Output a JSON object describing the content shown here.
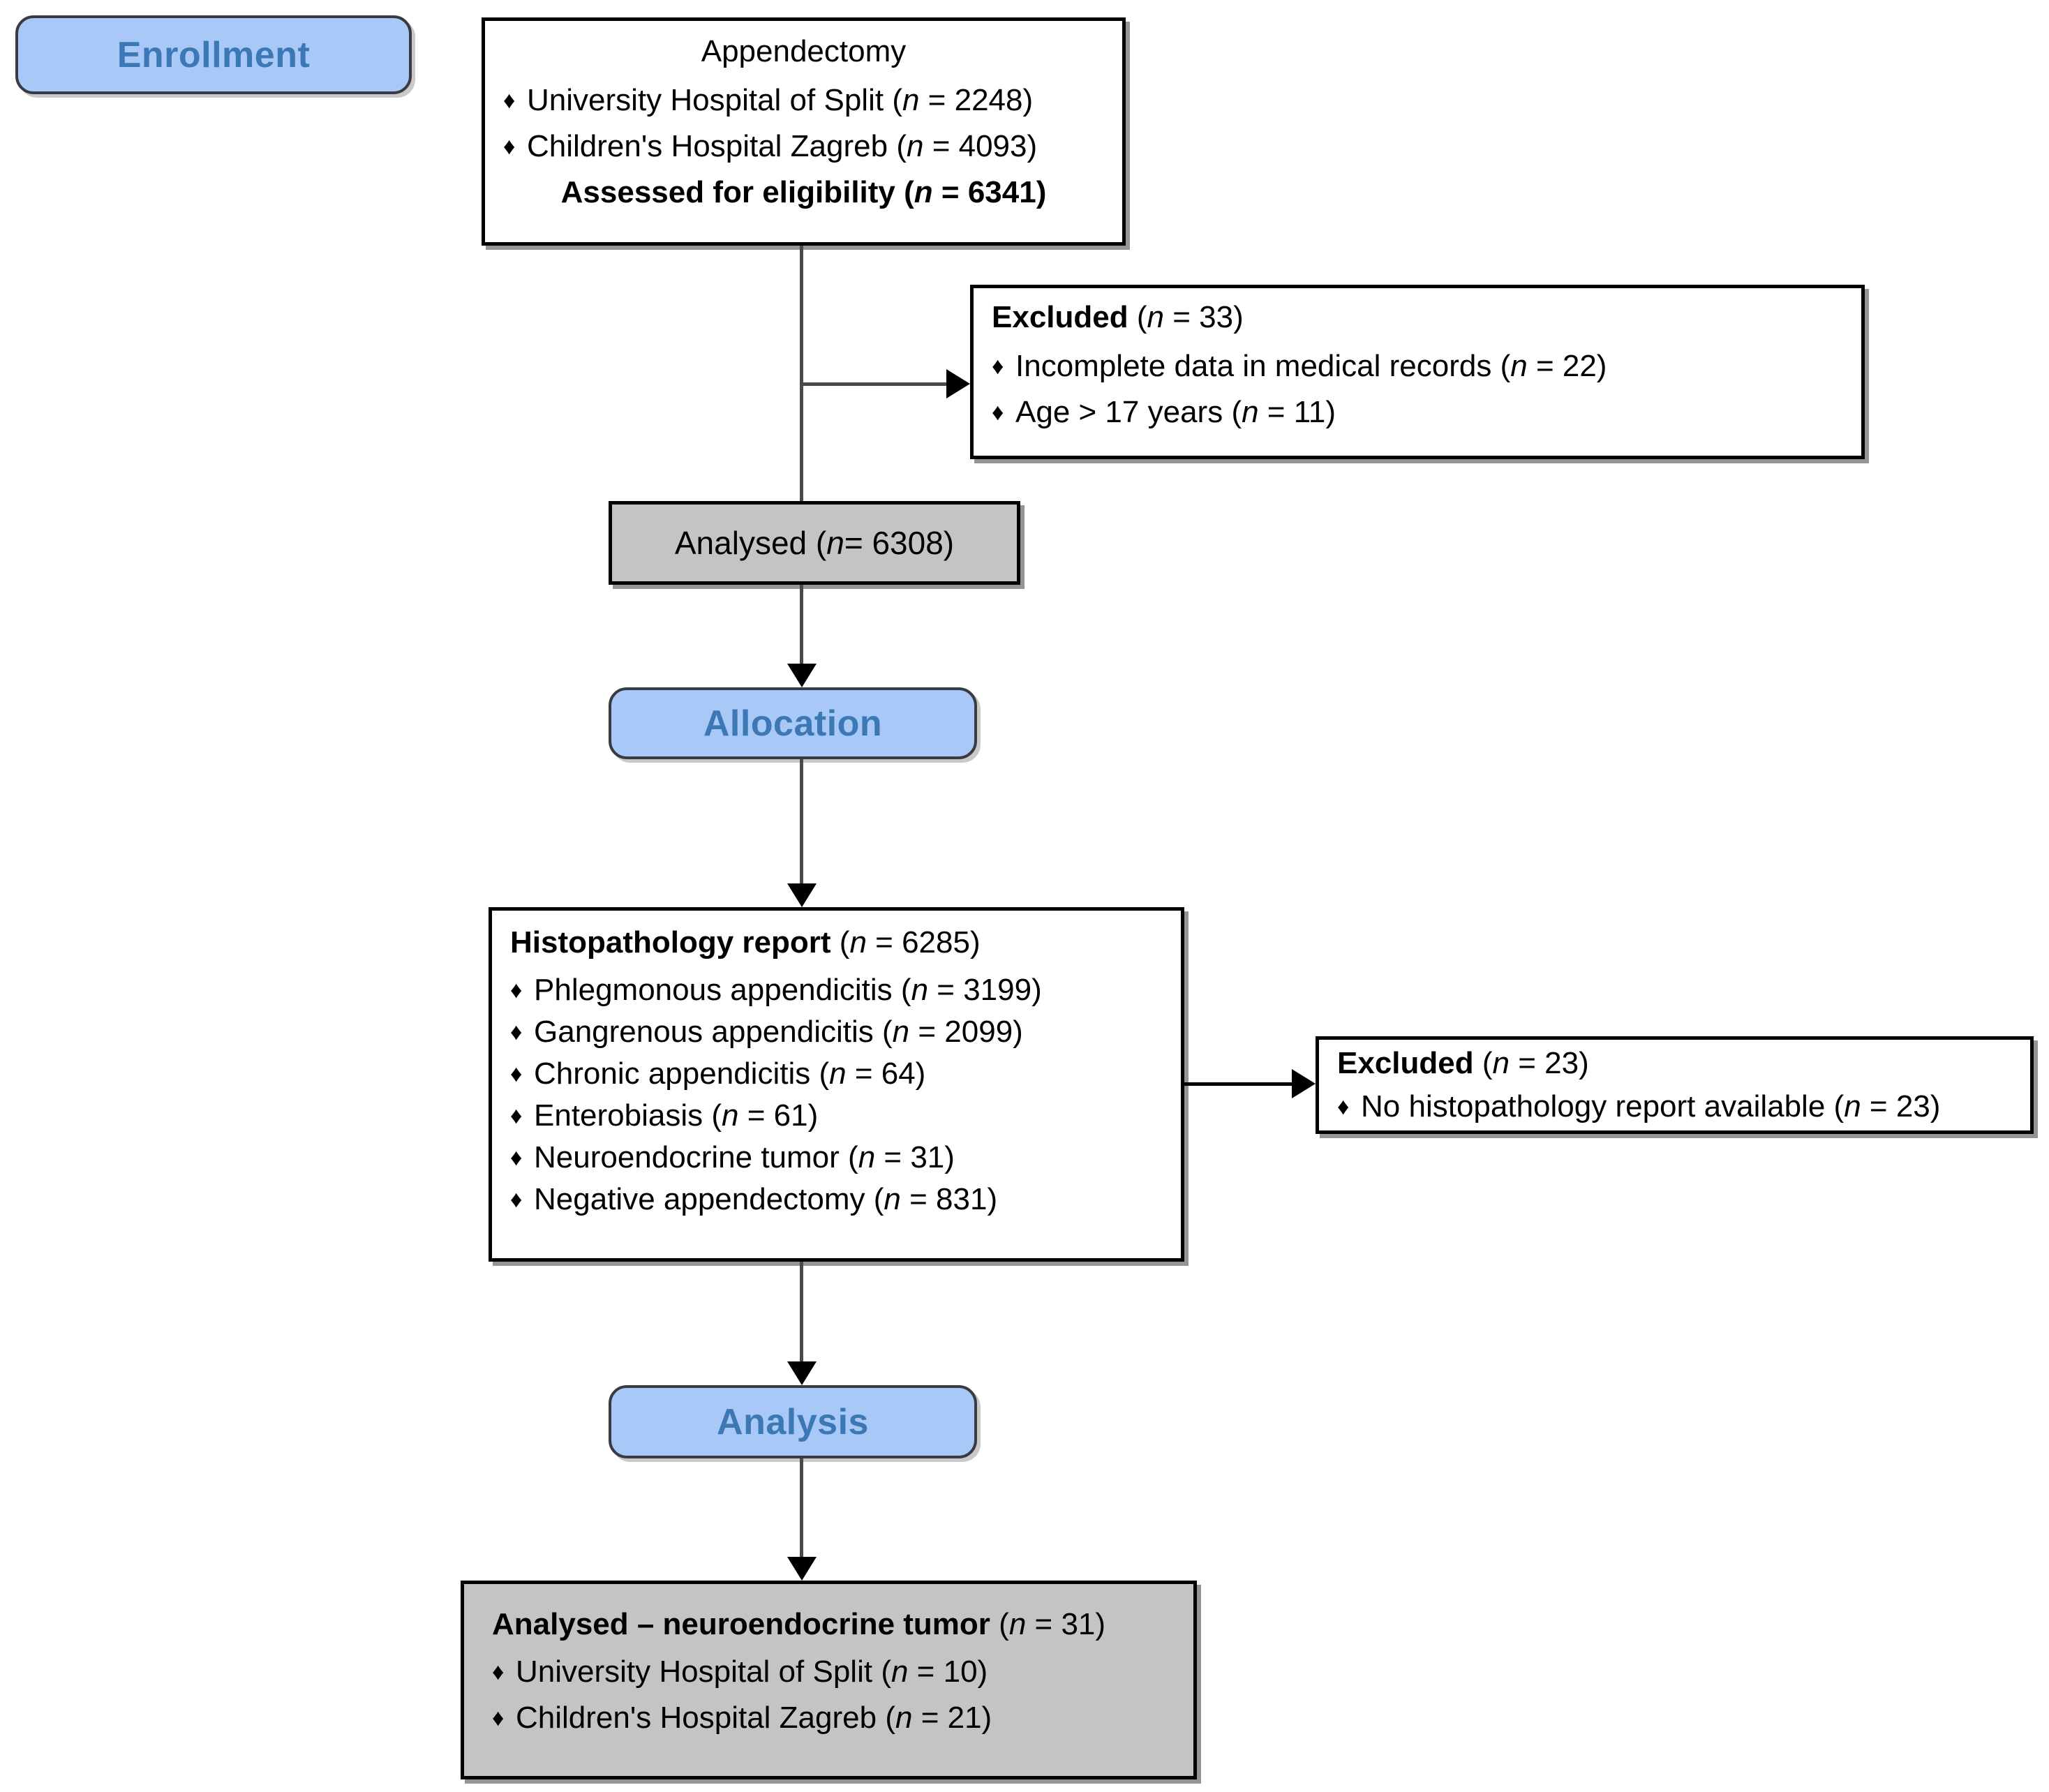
{
  "diagram": {
    "title": "CONSORT-style participant flow diagram",
    "colors": {
      "stage_badge_fill": "#a8c8f8",
      "stage_badge_text": "#3c78b4",
      "result_box_fill": "#c4c4c4",
      "box_border": "#000000",
      "connector": "#4a4a4a"
    },
    "bullet_glyph": "♦"
  },
  "stages": {
    "enrollment": "Enrollment",
    "allocation": "Allocation",
    "analysis": "Analysis"
  },
  "enrollment_box": {
    "title": "Appendectomy",
    "items": [
      {
        "label": "University Hospital of Split",
        "n_prefix": "(",
        "n_label": "n",
        "n_value": " = 2248)"
      },
      {
        "label": "Children's Hospital Zagreb",
        "n_prefix": "(",
        "n_label": "n",
        "n_value": " = 4093)"
      }
    ],
    "summary_label": "Assessed for eligibility",
    "summary_n_label": "n",
    "summary_n_value": " = 6341)",
    "summary_n_prefix": "("
  },
  "excluded_enrollment": {
    "title": "Excluded",
    "title_n_prefix": "(",
    "title_n_label": "n",
    "title_n_value": " = 33)",
    "items": [
      {
        "label": "Incomplete data in medical records",
        "n_prefix": "(",
        "n_label": "n",
        "n_value": " = 22)"
      },
      {
        "label": "Age > 17 years",
        "n_prefix": "(",
        "n_label": "n",
        "n_value": " = 11)"
      }
    ]
  },
  "analysed_box": {
    "label": "Analysed",
    "n_prefix": "(",
    "n_label": "n",
    "n_value": " = 6308)"
  },
  "histopathology_box": {
    "title": "Histopathology report",
    "title_n_prefix": "(",
    "title_n_label": "n",
    "title_n_value": " = 6285)",
    "items": [
      {
        "label": "Phlegmonous appendicitis",
        "n_prefix": "(",
        "n_label": "n",
        "n_value": " = 3199)"
      },
      {
        "label": "Gangrenous appendicitis",
        "n_prefix": "(",
        "n_label": "n",
        "n_value": " = 2099)"
      },
      {
        "label": "Chronic appendicitis",
        "n_prefix": "(",
        "n_label": "n",
        "n_value": " = 64)"
      },
      {
        "label": "Enterobiasis",
        "n_prefix": "(",
        "n_label": "n",
        "n_value": " = 61)"
      },
      {
        "label": "Neuroendocrine tumor",
        "n_prefix": "(",
        "n_label": "n",
        "n_value": " = 31)"
      },
      {
        "label": "Negative appendectomy",
        "n_prefix": "(",
        "n_label": "n",
        "n_value": " = 831)"
      }
    ]
  },
  "excluded_histopathology": {
    "title": "Excluded",
    "title_n_prefix": "(",
    "title_n_label": "n",
    "title_n_value": " = 23)",
    "items": [
      {
        "label": "No histopathology report available",
        "n_prefix": "(",
        "n_label": "n",
        "n_value": " = 23)"
      }
    ]
  },
  "final_box": {
    "title": "Analysed – neuroendocrine tumor",
    "title_n_prefix": "(",
    "title_n_label": "n",
    "title_n_value": " = 31)",
    "items": [
      {
        "label": "University Hospital of Split",
        "n_prefix": "(",
        "n_label": "n",
        "n_value": " = 10)"
      },
      {
        "label": "Children's Hospital Zagreb",
        "n_prefix": "(",
        "n_label": "n",
        "n_value": " = 21)"
      }
    ]
  }
}
